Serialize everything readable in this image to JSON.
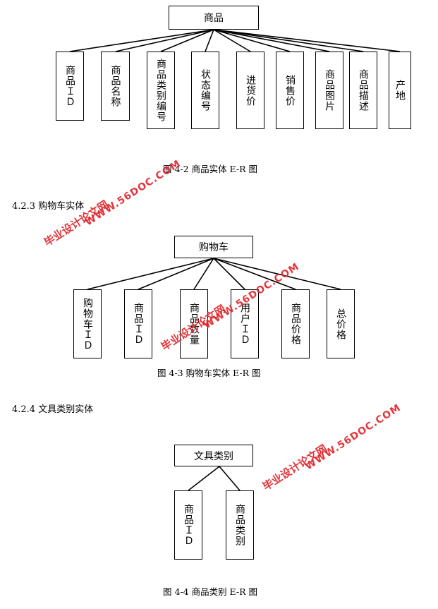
{
  "diagram1": {
    "root": "商品",
    "children": [
      "商品ＩＤ",
      "商品名称",
      "商品类别编号",
      "状态编号",
      "进货价",
      "销售价",
      "商品图片",
      "商品描述",
      "产地"
    ],
    "caption": "图 4-2 商品实体 E-R 图"
  },
  "section_cart": "4.2.3 购物车实体",
  "diagram2": {
    "root": "购物车",
    "children": [
      "购物车ＩＤ",
      "商品ＩＤ",
      "商品数量",
      "用户ＩＤ",
      "商品价格",
      "总价格"
    ],
    "caption": "图 4-3 购物车实体 E-R 图"
  },
  "section_category": "4.2.4 文具类别实体",
  "diagram3": {
    "root": "文具类别",
    "children": [
      "商品ＩＤ",
      "商品类别"
    ],
    "caption": "图 4-4 商品类别 E-R 图"
  },
  "watermark": {
    "cn": "毕业设计论文网",
    "url": "WWW.56DOC.COM",
    "color": "#e0262b"
  }
}
